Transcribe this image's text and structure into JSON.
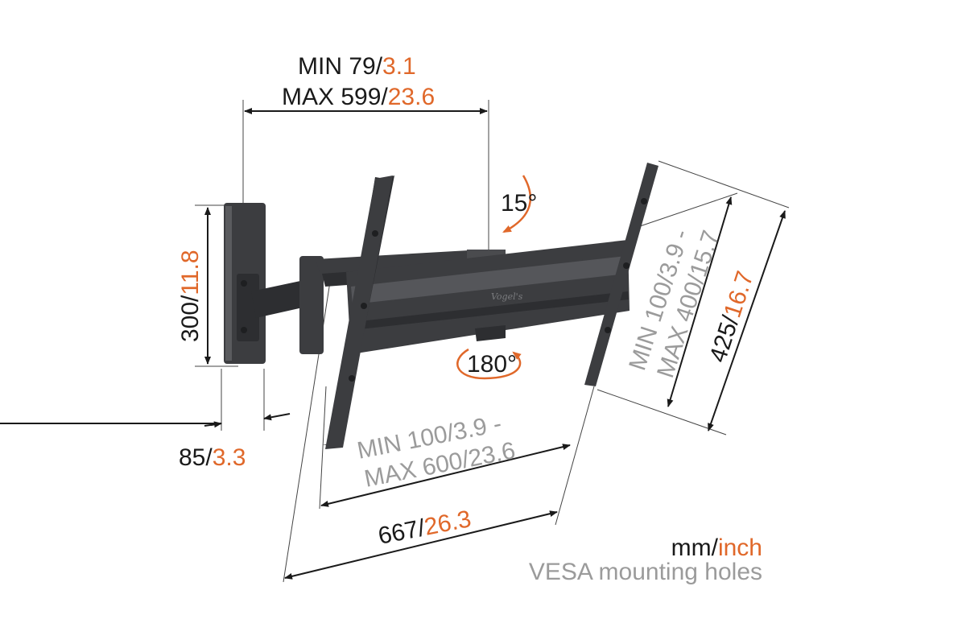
{
  "dimensions": {
    "arm_depth": {
      "line1_prefix": "MIN 79/",
      "line1_inch": "3.1",
      "line2_prefix": "MAX 599/",
      "line2_inch": "23.6"
    },
    "wall_plate_height": {
      "mm": "300/",
      "inch": "11.8"
    },
    "wall_plate_depth": {
      "mm": "85/",
      "inch": "3.3"
    },
    "vesa_horizontal": {
      "line1_prefix": "MIN 100/",
      "line1_suffix": "3.9 -",
      "line2_prefix": "MAX 600/",
      "line2_suffix": "23.6"
    },
    "vesa_vertical": {
      "line1_prefix": "MIN 100/",
      "line1_suffix": "3.9 -",
      "line2_prefix": "MAX 400/",
      "line2_suffix": "15.7"
    },
    "bracket_width": {
      "mm": "667/",
      "inch": "26.3"
    },
    "bracket_height": {
      "mm": "425/",
      "inch": "16.7"
    }
  },
  "angles": {
    "tilt": "15°",
    "rotate": "180°"
  },
  "legend": {
    "unit_mm": "mm/",
    "unit_inch": "inch",
    "vesa_note": "VESA mounting holes"
  },
  "colors": {
    "dark": "#1a1a1a",
    "orange": "#e0682a",
    "gray": "#9b9b9b",
    "metal": "#3c3d40"
  },
  "logo_text": "Vogel's"
}
